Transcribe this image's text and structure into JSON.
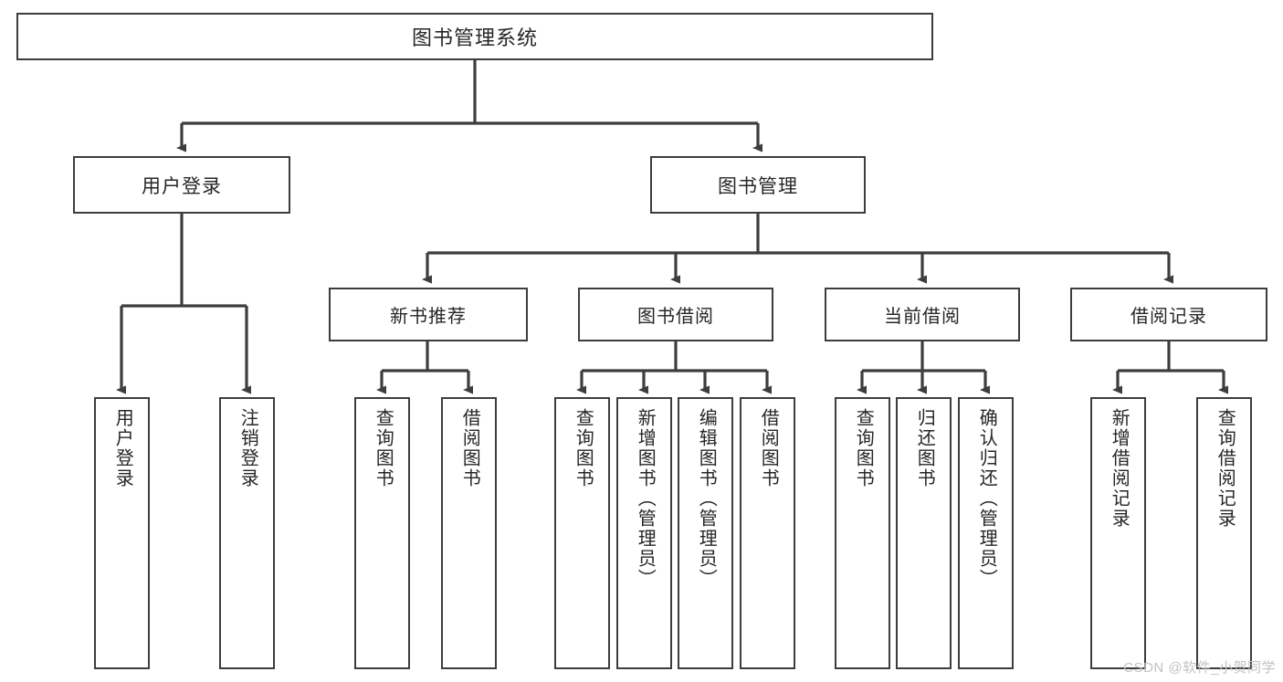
{
  "diagram": {
    "type": "tree",
    "title": "图书管理系统",
    "watermark": "CSDN @软件_小贺同学",
    "colors": {
      "border": "#3d3d3d",
      "fill": "#ffffff",
      "text": "#262626",
      "watermark": "#c2c2c2"
    },
    "root": {
      "label": "图书管理系统"
    },
    "level1": [
      {
        "label": "用户登录"
      },
      {
        "label": "图书管理"
      }
    ],
    "level2": [
      {
        "label": "新书推荐"
      },
      {
        "label": "图书借阅"
      },
      {
        "label": "当前借阅"
      },
      {
        "label": "借阅记录"
      }
    ],
    "leaves": {
      "user_login": [
        {
          "label": "用户登录"
        },
        {
          "label": "注销登录"
        }
      ],
      "new_book": [
        {
          "label": "查询图书"
        },
        {
          "label": "借阅图书"
        }
      ],
      "book_borrow": [
        {
          "label": "查询图书"
        },
        {
          "label": "新增图书（管理员）"
        },
        {
          "label": "编辑图书（管理员）"
        },
        {
          "label": "借阅图书"
        }
      ],
      "current_borrow": [
        {
          "label": "查询图书"
        },
        {
          "label": "归还图书"
        },
        {
          "label": "确认归还（管理员）"
        }
      ],
      "borrow_record": [
        {
          "label": "新增借阅记录"
        },
        {
          "label": "查询借阅记录"
        }
      ]
    }
  }
}
